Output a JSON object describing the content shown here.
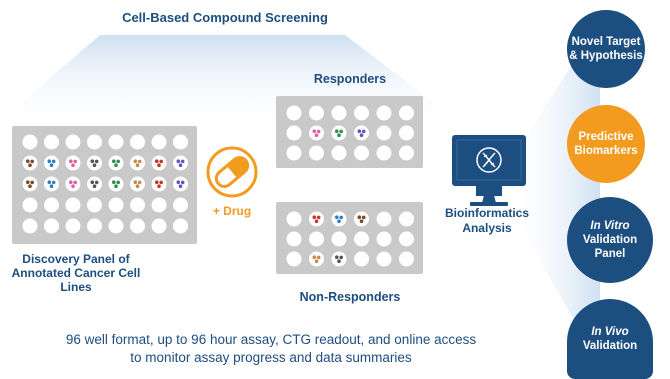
{
  "title": "Cell-Based Compound Screening",
  "responders_label": "Responders",
  "non_responders_label": "Non-Responders",
  "panel_label_line1": "Discovery Panel of",
  "panel_label_line2": "Annotated Cancer Cell Lines",
  "drug_label": "+ Drug",
  "bioinformatics_line1": "Bioinformatics",
  "bioinformatics_line2": "Analysis",
  "footer_line1": "96 well format, up to 96 hour assay, CTG readout, and online access",
  "footer_line2": "to monitor assay progress and data summaries",
  "outcomes": {
    "novel_line1": "Novel Target",
    "novel_line2": "& Hypothesis",
    "predictive_line1": "Predictive",
    "predictive_line2": "Biomarkers",
    "invitro_italic": "In Vitro",
    "invitro_line2": "Validation",
    "invitro_line3": "Panel",
    "invivo_italic": "In Vivo",
    "invivo_line2": "Validation"
  },
  "colors": {
    "navy": "#1d4e80",
    "orange": "#f29b1e",
    "plate_gray": "#c9c9c9",
    "cell_colors": [
      "#7a4a2a",
      "#2e7fc1",
      "#e05fa1",
      "#555555",
      "#2f8f4e",
      "#c78a4a",
      "#c0392b",
      "#6a4fbf"
    ]
  },
  "icons": [
    "pill-icon",
    "monitor-dna-icon"
  ]
}
